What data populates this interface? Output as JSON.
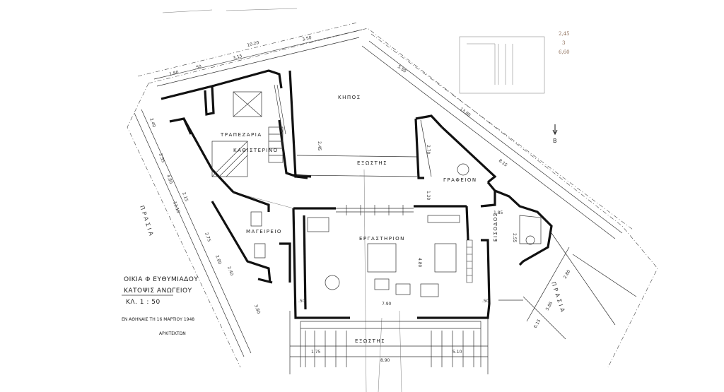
{
  "drawing": {
    "title_lines": [
      "ΟΙΚΙΑ Φ ΕΥΘΥΜΙΑΔΟΥ",
      "ΚΑΤΟΨΙΣ ΑΝΩΓΕΙΟΥ",
      "ΚΛ.   1 : 50"
    ],
    "place_date": "ΕΝ ΑΘΗΝΑΙΣ ΤΗ 16 ΜΑΡΤΙΟΥ 1948",
    "signature_label": "ΑΡΧΙΤΕΚΤΩΝ",
    "north_label": "B",
    "pencil_notes": [
      "2,45",
      "3",
      "6,60"
    ]
  },
  "rooms": {
    "garden": "ΚΗΠΟΣ",
    "dining": "ΤΡΑΠΕΖΑΡΙΑ",
    "living": "ΚΑΘΙΣΤΕΡΙΝΟ",
    "veranda_top": "ΕΞΩΣΤΗΣ",
    "office": "ΓΡΑΦΕΙΟΝ",
    "workshop": "ΕΡΓΑΣΤΗΡΙΟΝ",
    "kitchen": "ΜΑΓΕΙΡΕΙΟ",
    "entrance": "ΕΙΣΟΔΟΣ",
    "veranda_bottom": "ΕΞΩΣΤΗΣ"
  },
  "streets": {
    "left": "ΠΡΑΣΙΑ",
    "right": "ΠΡΑΣΙΑ"
  },
  "dimensions": {
    "top_total": "10.20",
    "top_a": "1.80",
    "top_b": ".50",
    "top_c": "3.15",
    "top_d": "3.50",
    "right_a": "5.50",
    "right_b": "13.80",
    "right_c": "8.15",
    "right_d": "2.80",
    "right_e": "5.85",
    "right_f": "6.15",
    "left_a": "2.40",
    "left_b": "2.55",
    "left_c": "4.80",
    "left_d": "13.10",
    "left_e": "2.15",
    "left_f": "2.75",
    "left_g": "2.80",
    "left_h": "2.40",
    "left_i": "3.80",
    "mid_a": "2.45",
    "mid_b": "2.70",
    "mid_c": "1.20",
    "mid_d": "1.85",
    "mid_e": "2.55",
    "work_a": "4.80",
    "work_w": "7.90",
    "work_l": ".50",
    "work_r": ".50",
    "bot_a": "1.75",
    "bot_b": "5.10",
    "bot_total": "8.90"
  }
}
